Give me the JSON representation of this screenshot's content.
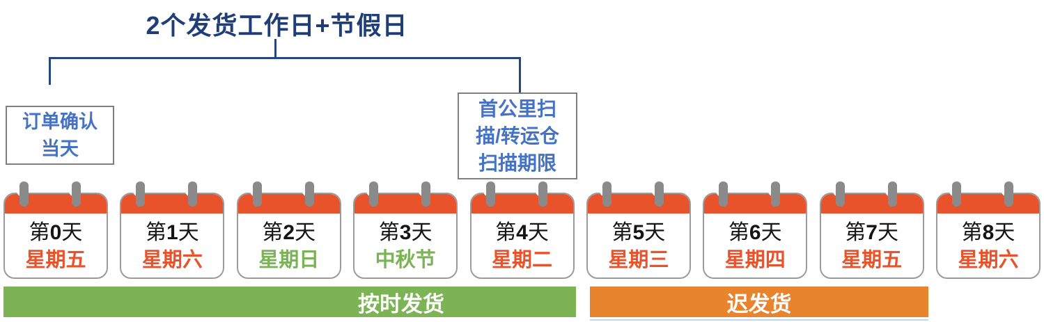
{
  "title": {
    "text": "2个发货工作日+节假日"
  },
  "callouts": {
    "order_box": {
      "lines": [
        "订单确认",
        "当天"
      ]
    },
    "scan_box": {
      "lines": [
        "首公里扫",
        "描/转运仓",
        "扫描期限"
      ]
    }
  },
  "calendar": {
    "day_prefix": "第",
    "day_suffix": "天",
    "days": [
      {
        "num": "0",
        "weekday": "星期五",
        "tone": "red"
      },
      {
        "num": "1",
        "weekday": "星期六",
        "tone": "red"
      },
      {
        "num": "2",
        "weekday": "星期日",
        "tone": "green"
      },
      {
        "num": "3",
        "weekday": "中秋节",
        "tone": "green"
      },
      {
        "num": "4",
        "weekday": "星期二",
        "tone": "red"
      },
      {
        "num": "5",
        "weekday": "星期三",
        "tone": "red"
      },
      {
        "num": "6",
        "weekday": "星期四",
        "tone": "red"
      },
      {
        "num": "7",
        "weekday": "星期五",
        "tone": "red"
      },
      {
        "num": "8",
        "weekday": "星期六",
        "tone": "red"
      }
    ]
  },
  "bars": {
    "on_time": {
      "label": "按时发货",
      "color": "#7CB355"
    },
    "late": {
      "label": "迟发货",
      "color": "#E8842D"
    }
  },
  "colors": {
    "title_navy": "#1F3E78",
    "bracket_navy": "#24477F",
    "callout_text_blue": "#4472C4",
    "calendar_accent_red": "#E8532B",
    "holiday_green": "#7AB354",
    "peg_gray": "#8A8A8A"
  }
}
